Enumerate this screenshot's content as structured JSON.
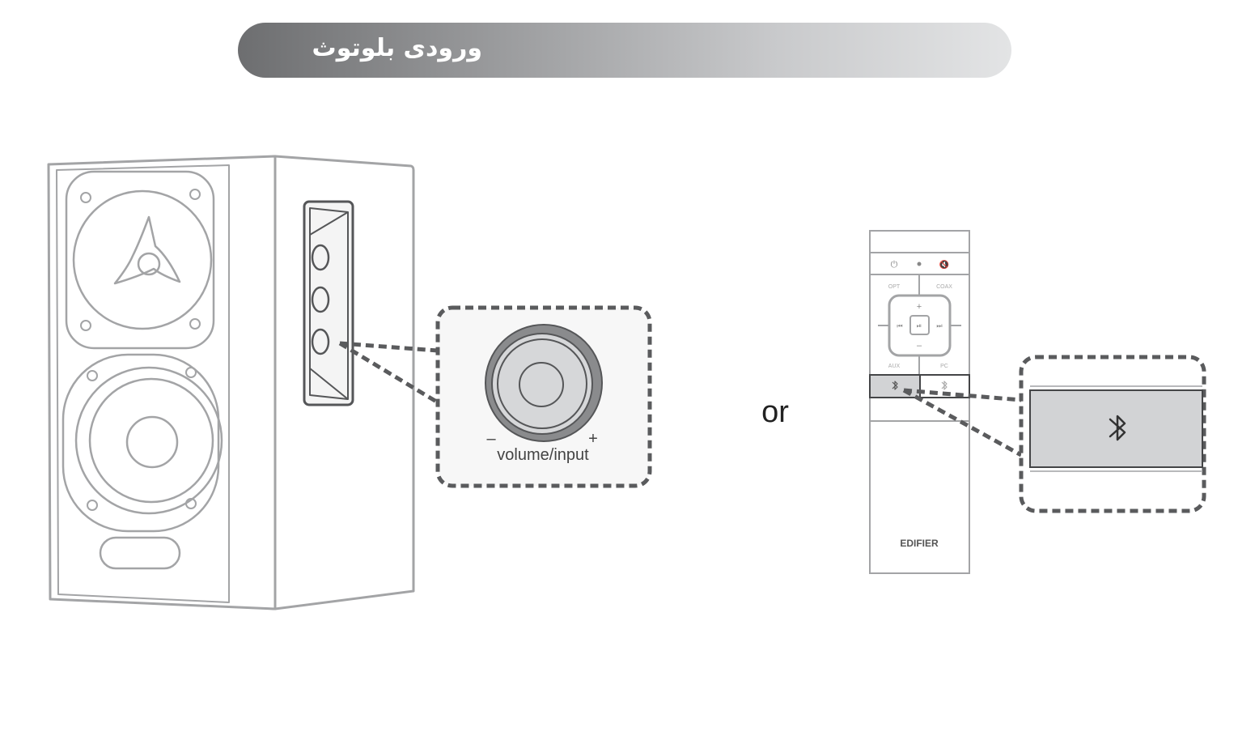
{
  "header": {
    "title": "ورودی بلوتوث"
  },
  "speaker": {
    "knob_label": "volume/input",
    "minus_sign": "–",
    "plus_sign": "+"
  },
  "separator_text": "or",
  "remote": {
    "brand": "EDIFIER",
    "buttons": {
      "power": "⏻",
      "mute": "🔇",
      "opt": "OPT",
      "coax": "COAX",
      "aux": "AUX",
      "pc": "PC",
      "vol_up": "+",
      "vol_down": "–",
      "prev": "⏮",
      "play_pause": "⏯",
      "next": "⏭"
    }
  },
  "icons": {
    "bluetooth": "bluetooth-icon"
  },
  "colors": {
    "line": "#9fa0a2",
    "dash": "#5a5b5d",
    "highlight": "#cfd0d2",
    "knob": "#8a8b8d"
  }
}
